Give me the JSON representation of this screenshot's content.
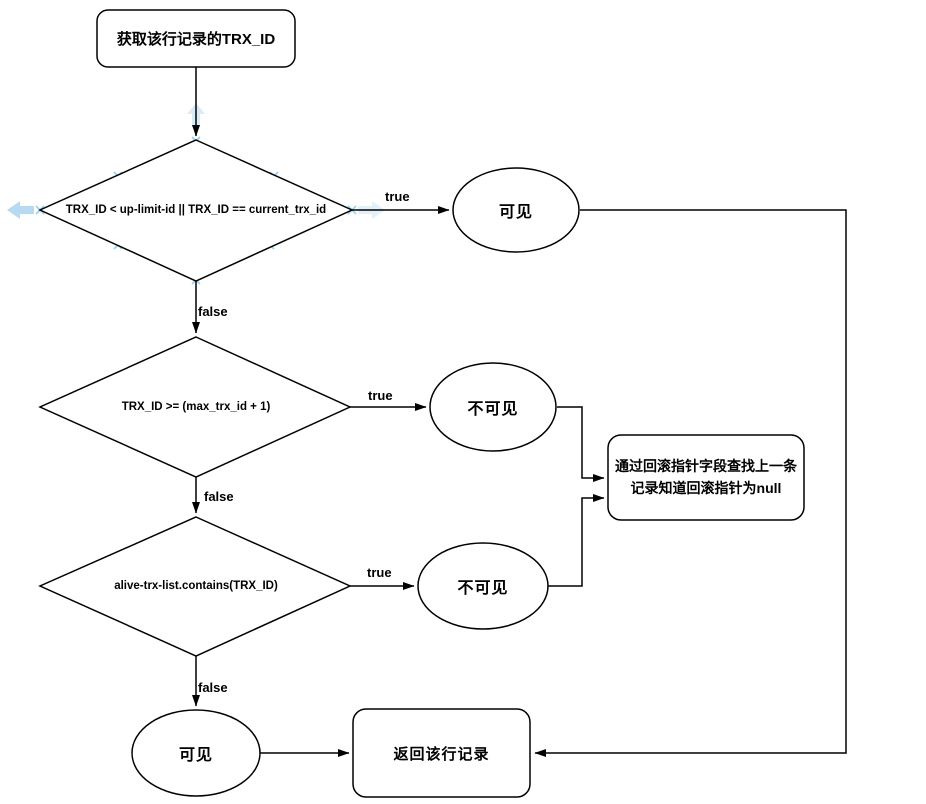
{
  "flowchart": {
    "nodes": {
      "start": "获取该行记录的TRX_ID",
      "decision1": "TRX_ID < up-limit-id || TRX_ID == current_trx_id",
      "visible1": "可见",
      "decision2": "TRX_ID >= (max_trx_id + 1)",
      "invisible1": "不可见",
      "decision3": "alive-trx-list.contains(TRX_ID)",
      "invisible2": "不可见",
      "visible2": "可见",
      "note_line1": "通过回滚指针字段查找上一条",
      "note_line2": "记录知道回滚指针为null",
      "return": "返回该行记录"
    },
    "edge_labels": {
      "d1_true": "true",
      "d1_false": "false",
      "d2_true": "true",
      "d2_false": "false",
      "d3_true": "true",
      "d3_false": "false"
    },
    "icons": {
      "hover_arrow_left": "left-direction-arrow",
      "hover_arrow_up": "up-direction-arrow",
      "hover_arrow_right": "right-direction-arrow",
      "connection_point": "x-cross-marker"
    },
    "colors": {
      "stroke": "#000000",
      "text": "#000000",
      "background": "#ffffff",
      "hover_artifact": "#a9d4ef"
    }
  }
}
